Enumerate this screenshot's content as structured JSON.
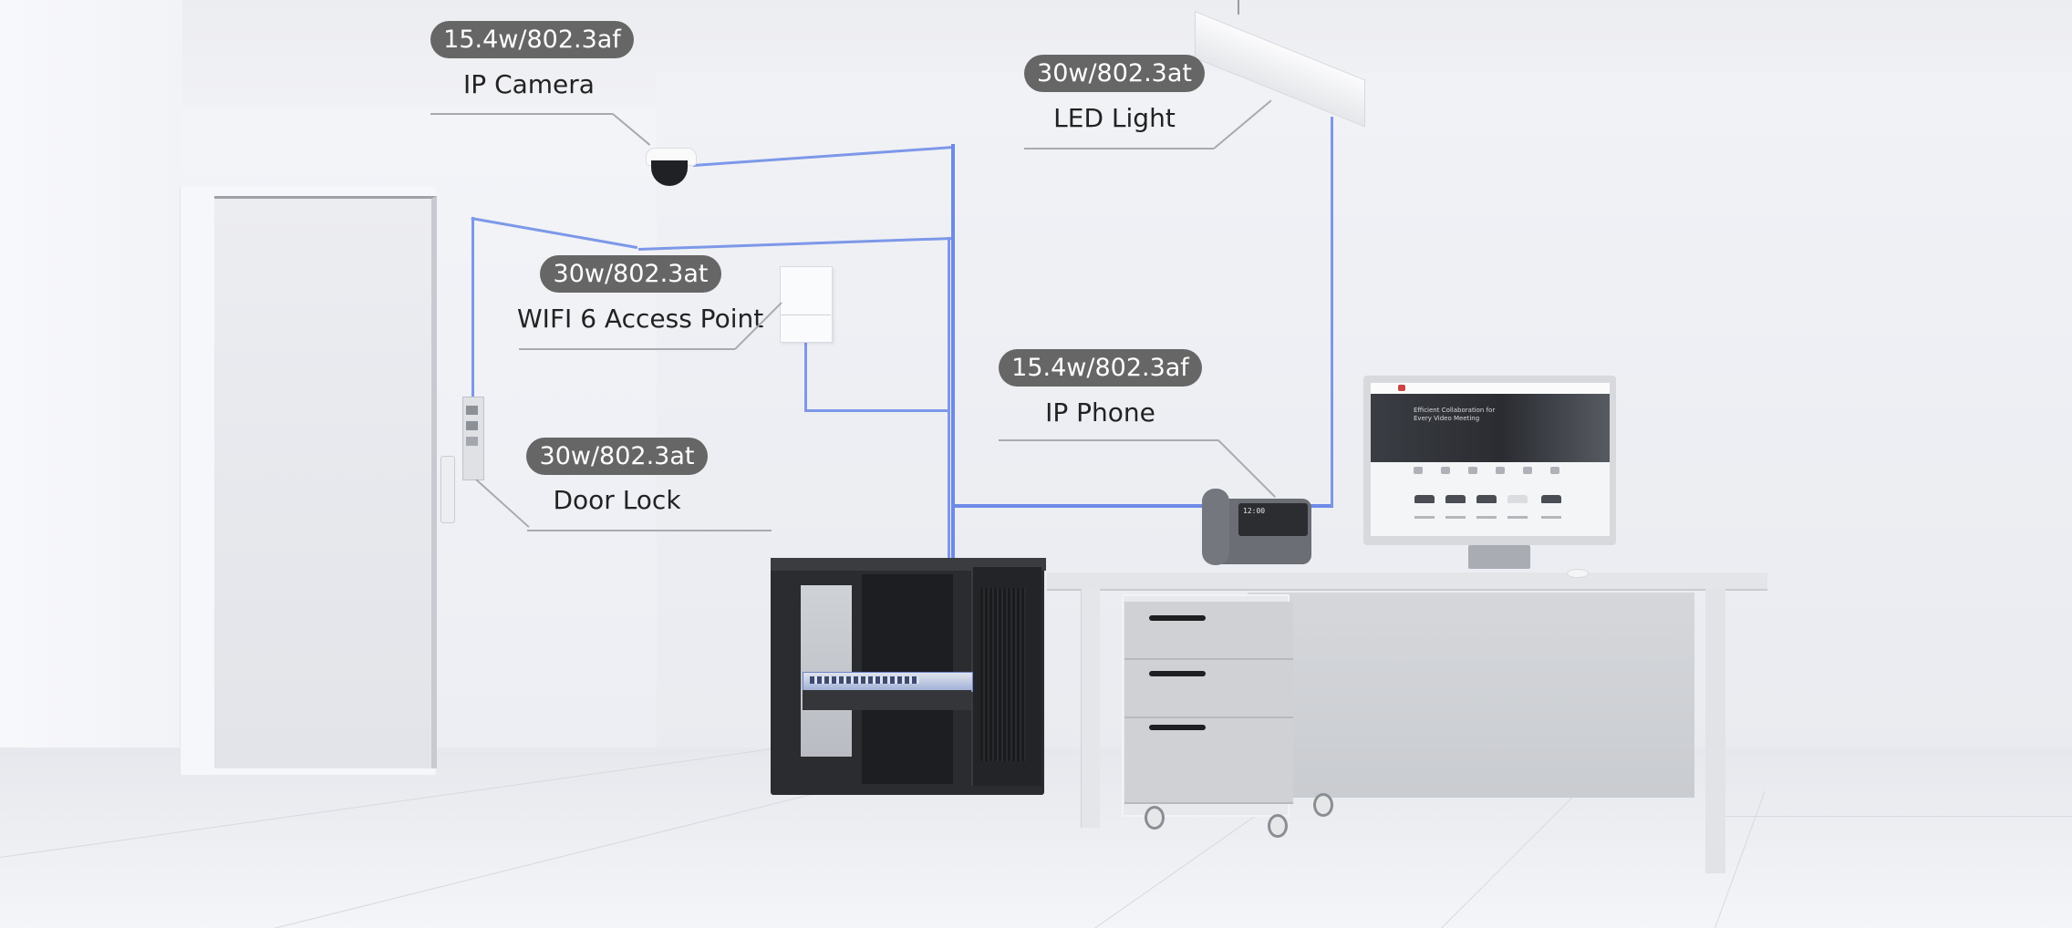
{
  "scene": {
    "description": "PoE application diagram in an office room with devices cabled back to a network rack",
    "colors": {
      "badge_bg": "#666666",
      "badge_text": "#ffffff",
      "label_text": "#222222",
      "cable": "#7d98e8",
      "leader_line": "#a7aaae",
      "background": "#f1f2f6"
    }
  },
  "devices": {
    "ip_camera": {
      "power": "15.4w/802.3af",
      "name": "IP Camera",
      "icon": "dome-camera-icon"
    },
    "led_light": {
      "power": "30w/802.3at",
      "name": "LED Light",
      "icon": "ceiling-light-icon"
    },
    "wifi_ap": {
      "power": "30w/802.3at",
      "name": "WIFI 6 Access Point",
      "icon": "access-point-icon"
    },
    "door_lock": {
      "power": "30w/802.3at",
      "name": "Door Lock",
      "icon": "door-lock-icon"
    },
    "ip_phone": {
      "power": "15.4w/802.3af",
      "name": "IP Phone",
      "icon": "desk-phone-icon",
      "screen_time": "12:00"
    }
  },
  "monitor": {
    "hero_text": "Efficient Collaboration for Every Video Meeting"
  }
}
